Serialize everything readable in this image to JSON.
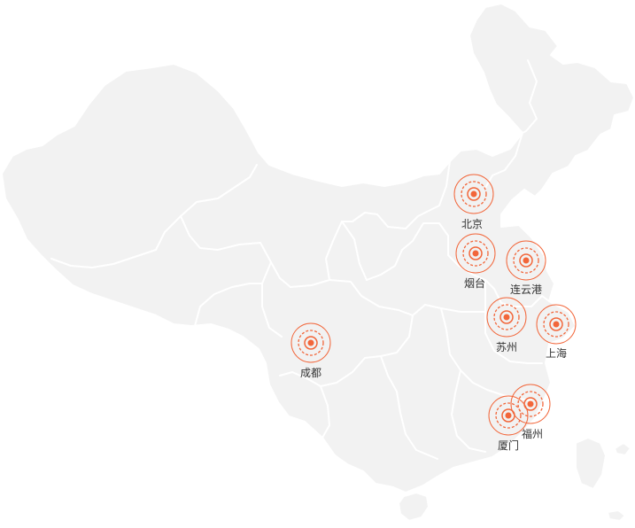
{
  "map": {
    "marker_color": "#f2663a",
    "land_color": "#f2f2f2",
    "border_color": "#ffffff",
    "cities": [
      {
        "id": "beijing",
        "label": "北京"
      },
      {
        "id": "yantai",
        "label": "烟台"
      },
      {
        "id": "lianyungang",
        "label": "连云港"
      },
      {
        "id": "suzhou",
        "label": "苏州"
      },
      {
        "id": "shanghai",
        "label": "上海"
      },
      {
        "id": "chengdu",
        "label": "成都"
      },
      {
        "id": "fuzhou",
        "label": "福州"
      },
      {
        "id": "xiamen",
        "label": "厦门"
      }
    ]
  }
}
